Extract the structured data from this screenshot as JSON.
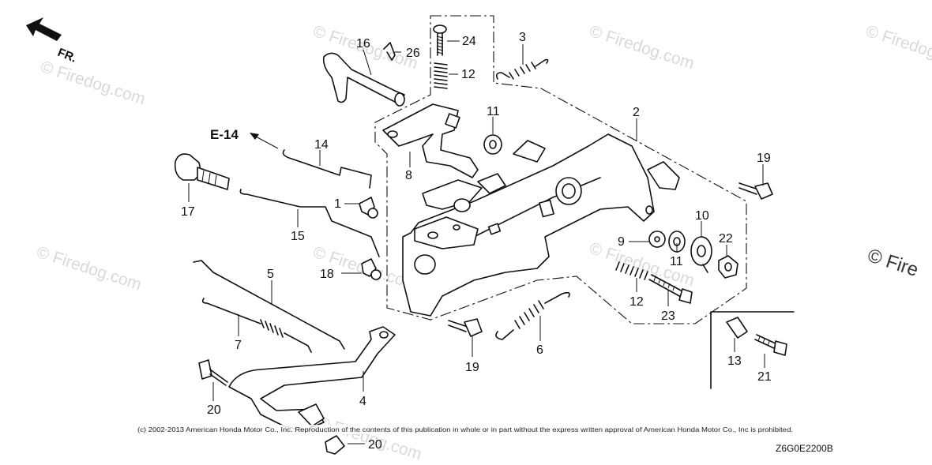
{
  "watermarks": [
    "© Firedog.com",
    "© Firedog.com",
    "© Firedog.com",
    "© Firedog.com",
    "© Firedog.com",
    "© Firedog.com",
    "© Firedog.com",
    "© Firedog.com"
  ],
  "watermark_edge": "© Fire",
  "orientation": {
    "label": "FR.",
    "icon": "front-arrow-icon"
  },
  "reference": "E-14",
  "callouts": [
    {
      "id": "c16",
      "label": "16"
    },
    {
      "id": "c26",
      "label": "26"
    },
    {
      "id": "c24",
      "label": "24"
    },
    {
      "id": "c12a",
      "label": "12"
    },
    {
      "id": "c3",
      "label": "3"
    },
    {
      "id": "c11a",
      "label": "11"
    },
    {
      "id": "c2",
      "label": "2"
    },
    {
      "id": "c8",
      "label": "8"
    },
    {
      "id": "c14",
      "label": "14"
    },
    {
      "id": "c1",
      "label": "1"
    },
    {
      "id": "c17",
      "label": "17"
    },
    {
      "id": "c15",
      "label": "15"
    },
    {
      "id": "c5",
      "label": "5"
    },
    {
      "id": "c18",
      "label": "18"
    },
    {
      "id": "c7",
      "label": "7"
    },
    {
      "id": "c19a",
      "label": "19"
    },
    {
      "id": "c10",
      "label": "10"
    },
    {
      "id": "c9",
      "label": "9"
    },
    {
      "id": "c11b",
      "label": "11"
    },
    {
      "id": "c22",
      "label": "22"
    },
    {
      "id": "c12b",
      "label": "12"
    },
    {
      "id": "c23",
      "label": "23"
    },
    {
      "id": "c19b",
      "label": "19"
    },
    {
      "id": "c6",
      "label": "6"
    },
    {
      "id": "c4",
      "label": "4"
    },
    {
      "id": "c20a",
      "label": "20"
    },
    {
      "id": "c20b",
      "label": "20"
    },
    {
      "id": "c13",
      "label": "13"
    },
    {
      "id": "c21",
      "label": "21"
    }
  ],
  "copyright": "(c) 2002-2013 American Honda Motor Co., Inc. Reproduction of the contents of this publication in whole or in part without the express written approval of American Honda Motor Co., Inc is prohibited.",
  "diagram_code": "Z6G0E2200B"
}
